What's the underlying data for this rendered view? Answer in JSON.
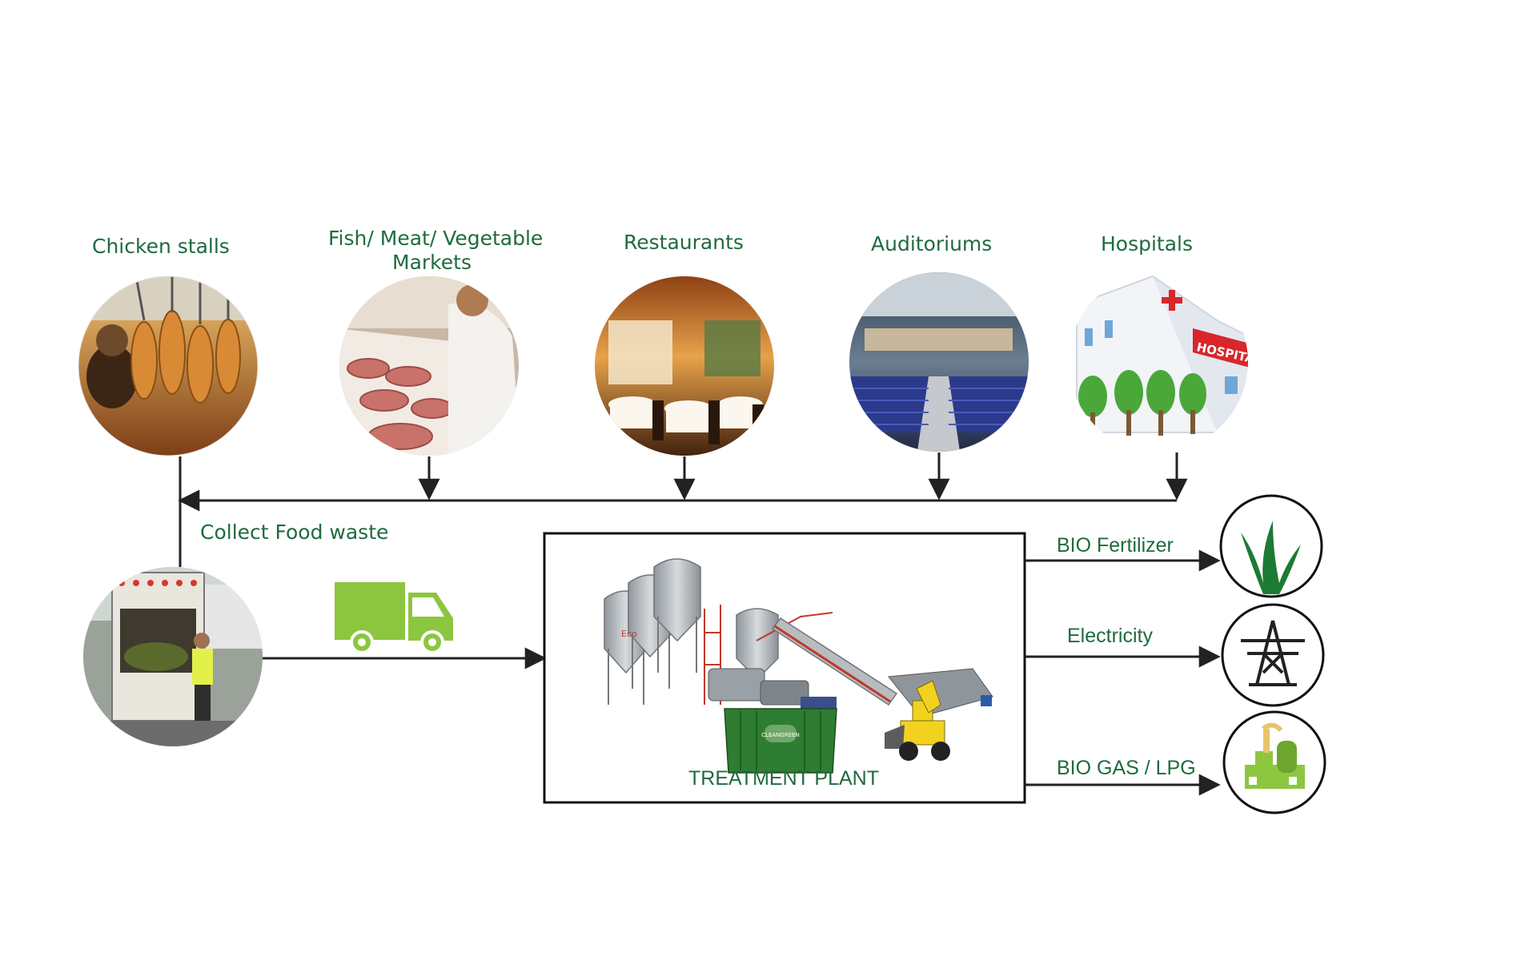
{
  "sources": [
    {
      "id": "chicken",
      "label": "Chicken stalls",
      "icon": "chicken-stall-photo"
    },
    {
      "id": "markets",
      "label_line1": "Fish/ Meat/ Vegetable",
      "label_line2": "Markets",
      "icon": "meat-market-photo"
    },
    {
      "id": "restaurants",
      "label": "Restaurants",
      "icon": "restaurant-photo"
    },
    {
      "id": "auditoriums",
      "label": "Auditoriums",
      "icon": "auditorium-photo"
    },
    {
      "id": "hospitals",
      "label": "Hospitals",
      "icon": "hospital-illustration"
    }
  ],
  "collect_label": "Collect Food waste",
  "collection": {
    "truck_photo": "garbage-truck-photo",
    "van_icon": "delivery-van-icon"
  },
  "plant": {
    "label": "TREATMENT PLANT",
    "tank_brand": "Eco",
    "container_brand": "CLEANGREEN"
  },
  "outputs": [
    {
      "id": "fertilizer",
      "label": "BIO Fertilizer",
      "icon": "leaf-icon"
    },
    {
      "id": "electricity",
      "label": "Electricity",
      "icon": "power-tower-icon"
    },
    {
      "id": "biogas",
      "label": "BIO GAS / LPG",
      "icon": "gas-plant-icon"
    }
  ],
  "hospital_sign": "HOSPITAL",
  "colors": {
    "label_green": "#1f6b3e",
    "line": "#222222",
    "van_green": "#8cc63f",
    "leaf_green": "#1d7a33"
  }
}
